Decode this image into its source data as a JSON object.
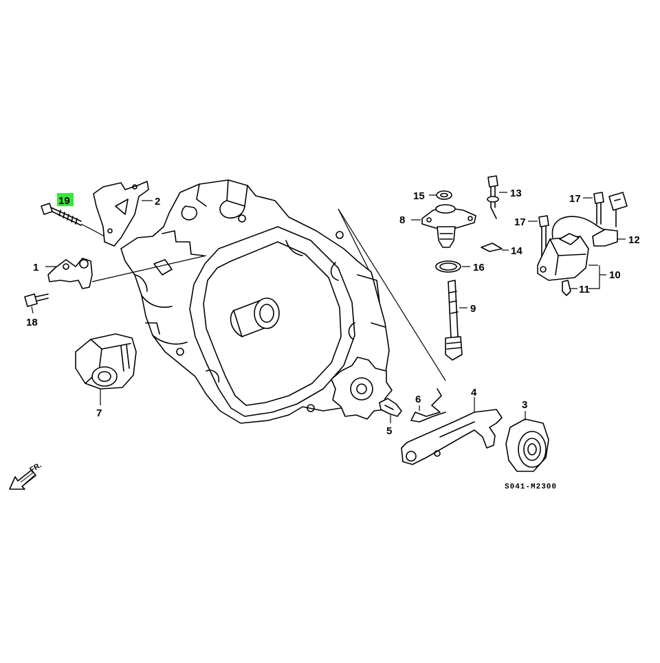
{
  "diagram": {
    "drawing_code": "S041-M2300",
    "direction_label": "FR.",
    "highlight_color": "#39e639",
    "highlighted_part": "19",
    "callouts": {
      "p1": "1",
      "p2": "2",
      "p3": "3",
      "p4": "4",
      "p5": "5",
      "p6": "6",
      "p7": "7",
      "p8": "8",
      "p9": "9",
      "p10": "10",
      "p11": "11",
      "p12": "12",
      "p13": "13",
      "p14": "14",
      "p15": "15",
      "p16": "16",
      "p17a": "17",
      "p17b": "17",
      "p18": "18",
      "p19": "19"
    }
  }
}
